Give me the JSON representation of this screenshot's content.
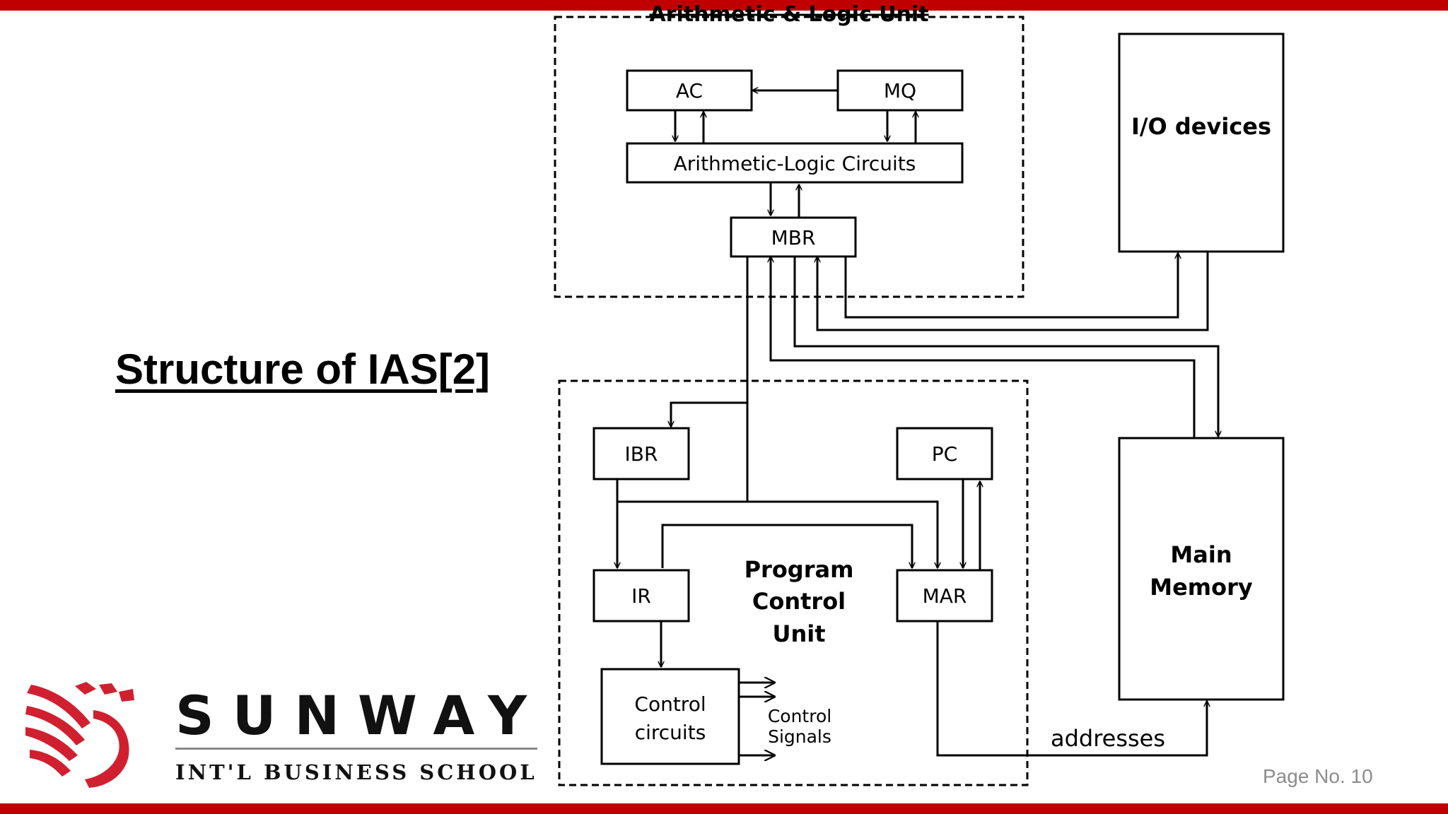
{
  "slide": {
    "title": "Structure of IAS[2]",
    "page_number": "Page No. 10"
  },
  "logo": {
    "wordmark": "SUNWAY",
    "subtitle": "INT'L BUSINESS SCHOOL"
  },
  "colors": {
    "accent_bar": "#c00000",
    "logo_red": "#d02030",
    "page_number": "#8c8c8c"
  },
  "diagram": {
    "alu_label": "Arithmetic & Logic Unit",
    "pcu_label": [
      "Program",
      "Control",
      "Unit"
    ],
    "io_label": "I/O devices",
    "memory_label": [
      "Main",
      "Memory"
    ],
    "ac": "AC",
    "mq": "MQ",
    "alc": "Arithmetic-Logic Circuits",
    "mbr": "MBR",
    "ibr": "IBR",
    "pc": "PC",
    "ir": "IR",
    "mar": "MAR",
    "control_circuits": [
      "Control",
      "circuits"
    ],
    "control_signals": [
      "Control",
      "Signals"
    ],
    "addresses": "addresses"
  }
}
